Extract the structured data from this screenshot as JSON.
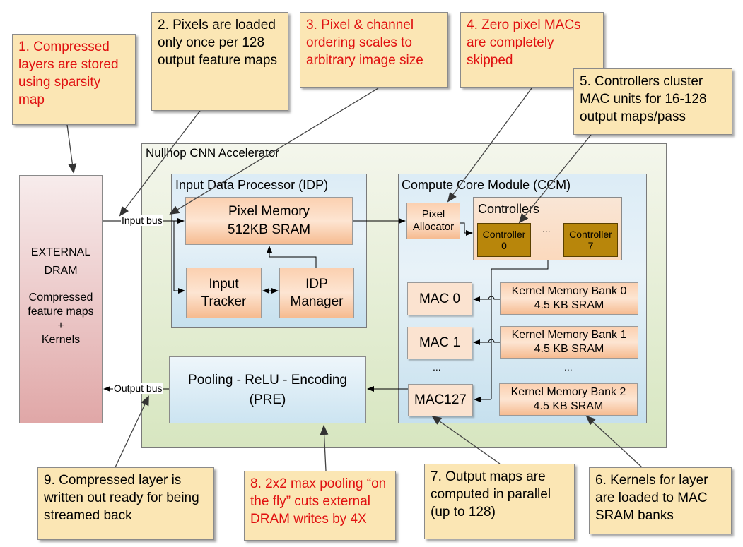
{
  "notes": {
    "n1": "1. Compressed layers are stored using sparsity map",
    "n2": "2. Pixels are loaded only once per 128 output feature maps",
    "n3": "3. Pixel & channel ordering scales to arbitrary image size",
    "n4": "4. Zero pixel MACs are completely skipped",
    "n5": "5. Controllers cluster MAC units for 16-128 output maps/pass",
    "n6": "6. Kernels for layer are loaded to MAC SRAM banks",
    "n7": "7. Output maps are computed in parallel (up to 128)",
    "n8": "8. 2x2 max pooling “on the fly” cuts external DRAM writes by 4X",
    "n9": "9. Compressed layer is written out ready for being streamed back"
  },
  "accelerator": {
    "title": "Nullhop CNN Accelerator"
  },
  "dram": {
    "line1": "EXTERNAL",
    "line2": "DRAM",
    "line3": "Compressed",
    "line4": "feature maps",
    "line5": "+",
    "line6": "Kernels"
  },
  "buses": {
    "input": "Input bus",
    "output": "Output bus"
  },
  "idp": {
    "title": "Input Data Processor (IDP)",
    "pixel_memory": "Pixel Memory",
    "pixel_memory_size": "512KB SRAM",
    "input_tracker_1": "Input",
    "input_tracker_2": "Tracker",
    "manager_1": "IDP",
    "manager_2": "Manager"
  },
  "ccm": {
    "title": "Compute Core Module (CCM)",
    "pixel_allocator_1": "Pixel",
    "pixel_allocator_2": "Allocator",
    "controllers_title": "Controllers",
    "controller0_1": "Controller",
    "controller0_2": "0",
    "controller7_1": "Controller",
    "controller7_2": "7",
    "ctrl_ellipsis": "...",
    "mac0": "MAC 0",
    "mac1": "MAC 1",
    "mac127": "MAC127",
    "mac_ellipsis": "...",
    "kmb0_1": "Kernel Memory Bank 0",
    "kmb0_2": "4.5 KB SRAM",
    "kmb1_1": "Kernel Memory Bank 1",
    "kmb1_2": "4.5 KB SRAM",
    "kmb2_1": "Kernel Memory Bank 2",
    "kmb2_2": "4.5 KB SRAM",
    "kmb_ellipsis": "..."
  },
  "pre": {
    "line1": "Pooling - ReLU - Encoding",
    "line2": "(PRE)"
  }
}
